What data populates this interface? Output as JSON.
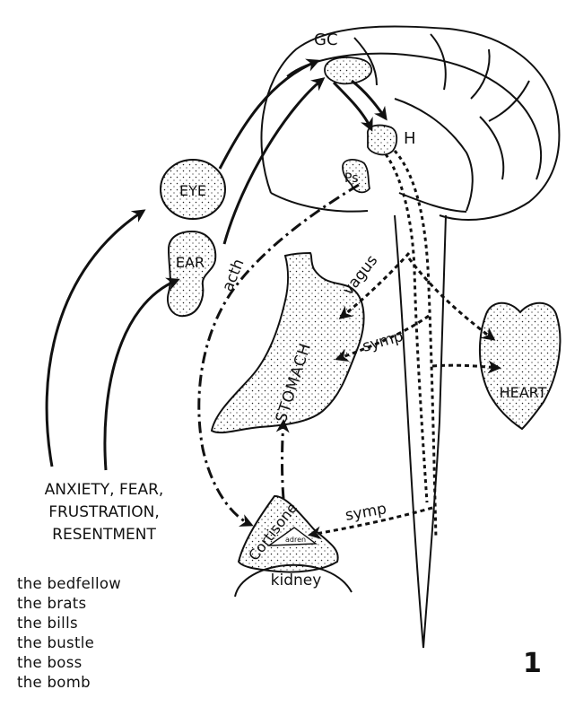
{
  "diagram": {
    "labels": {
      "gc": "GC",
      "h": "H",
      "ps": "Ps",
      "eye": "EYE",
      "ear": "EAR",
      "acth": "acth",
      "vagus": "vagus",
      "symp_stomach": "symp",
      "stomach": "STOMACH",
      "heart": "HEART",
      "cortisone": "Cortisone",
      "adren": "adren",
      "symp_kidney": "symp",
      "kidney": "kidney"
    },
    "stressors": [
      "ANXIETY, FEAR,",
      "FRUSTRATION,",
      "RESENTMENT"
    ],
    "causes": [
      "the bedfellow",
      "the brats",
      "the bills",
      "the bustle",
      "the boss",
      "the bomb"
    ],
    "figure_number": "1"
  }
}
